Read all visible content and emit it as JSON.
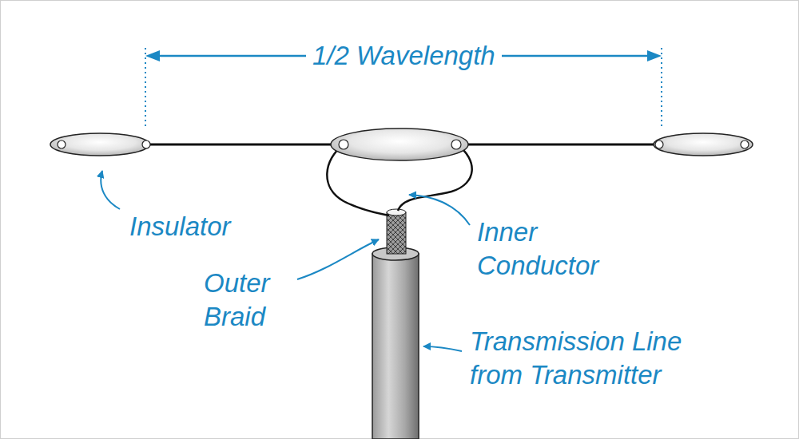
{
  "diagram": {
    "labels": [
      "1/2 Wavelength",
      "Insulator",
      "Outer Braid",
      "Inner Conductor",
      "Transmission Line from Transmitter"
    ]
  }
}
